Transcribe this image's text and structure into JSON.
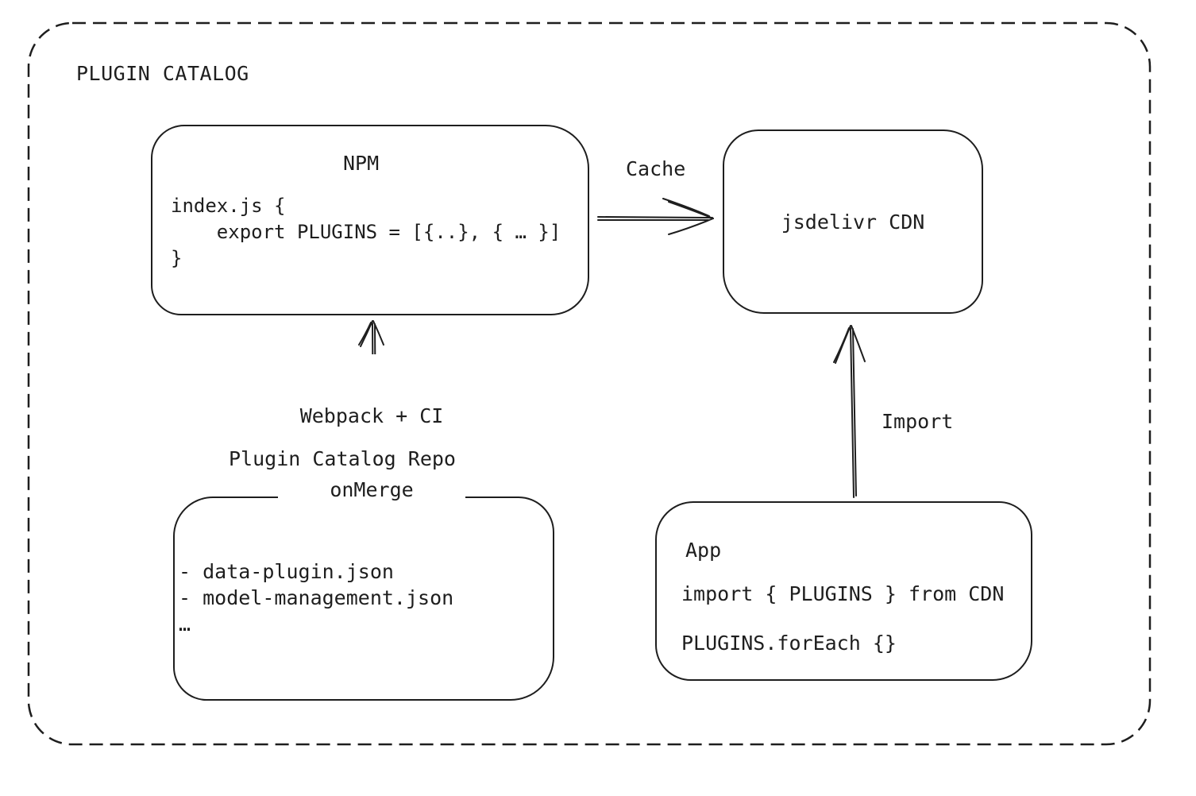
{
  "diagram": {
    "title": "PLUGIN CATALOG",
    "stroke_color": "#1e1e1e",
    "background_color": "#ffffff"
  },
  "nodes": {
    "npm": {
      "title": "NPM",
      "code": [
        "index.js {",
        "    export PLUGINS = [{..}, { … }]",
        "}"
      ]
    },
    "jsdelivr": {
      "label": "jsdelivr CDN"
    },
    "repo": {
      "title": "Plugin Catalog Repo",
      "files": [
        "- data-plugin.json",
        "- model-management.json",
        "…"
      ]
    },
    "app": {
      "title": "App",
      "code": [
        "import { PLUGINS } from CDN",
        "PLUGINS.forEach {}"
      ]
    }
  },
  "edges": {
    "cache": {
      "label": "Cache"
    },
    "import_edge": {
      "label": "Import"
    },
    "build": {
      "label_line1": "Webpack + CI",
      "label_line2": "onMerge"
    }
  }
}
